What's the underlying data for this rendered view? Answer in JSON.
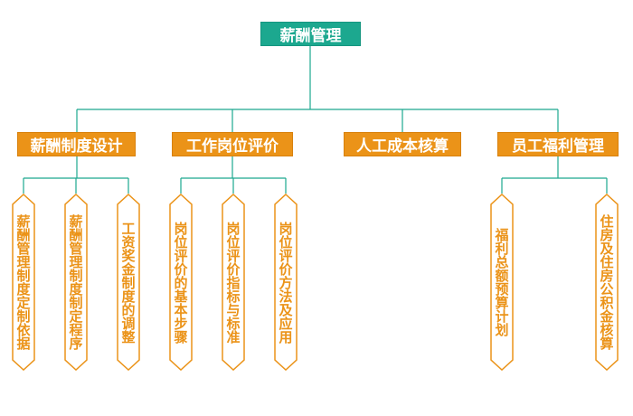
{
  "colors": {
    "root": "#1ca88f",
    "category": "#eb9318",
    "connector": "#1ca88f",
    "leaf_text": "#eb9318",
    "leaf_border": "#eb9318"
  },
  "root": {
    "label": "薪酬管理"
  },
  "categories": [
    {
      "label": "薪酬制度设计",
      "children": [
        "薪酬管理制度定制依据",
        "薪酬管理制度制定程序",
        "工资奖金制度的调整"
      ]
    },
    {
      "label": "工作岗位评价",
      "children": [
        "岗位评价的基本步骤",
        "岗位评价指标与标准",
        "岗位评价方法及应用"
      ]
    },
    {
      "label": "人工成本核算",
      "children": []
    },
    {
      "label": "员工福利管理",
      "children": [
        "福利总额预算计划",
        "住房及住房公积金核算"
      ]
    }
  ]
}
